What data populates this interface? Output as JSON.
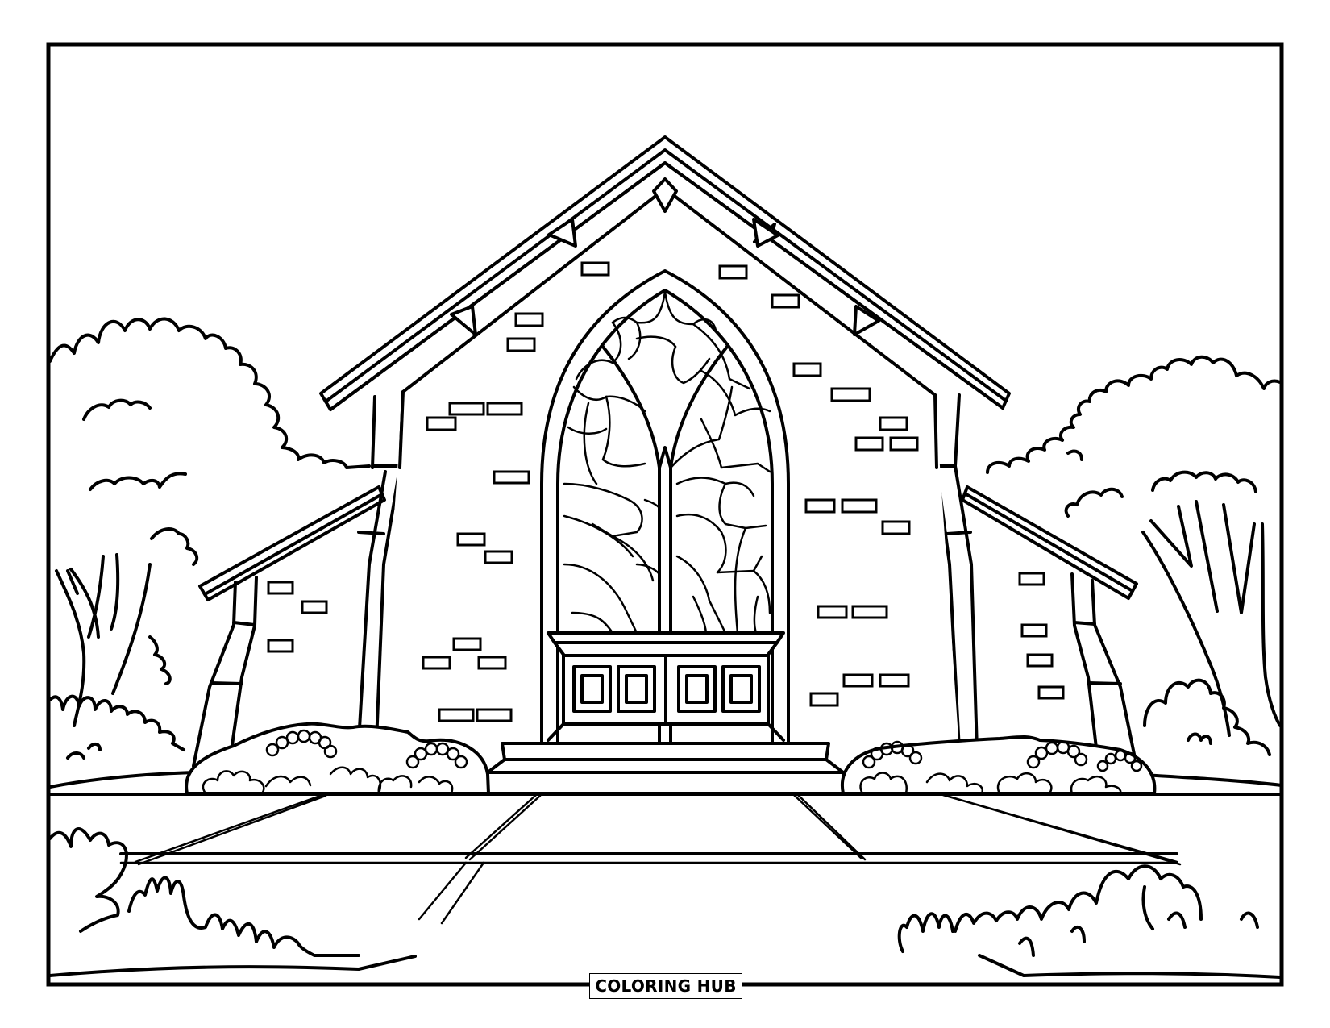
{
  "page": {
    "type": "coloring-page",
    "subject": "church-with-stained-glass-window",
    "background_color": "#ffffff",
    "line_color": "#000000"
  },
  "watermark": {
    "text": "COLORING HUB"
  },
  "scene": {
    "elements": [
      "frame-border",
      "background-trees-left",
      "background-trees-right",
      "church-main-gable",
      "church-left-wing",
      "church-right-wing",
      "stained-glass-window",
      "window-planter-box",
      "entrance-steps",
      "flower-bush-left",
      "flower-bush-right",
      "walkway",
      "foreground-grass-left",
      "foreground-grass-right"
    ]
  }
}
